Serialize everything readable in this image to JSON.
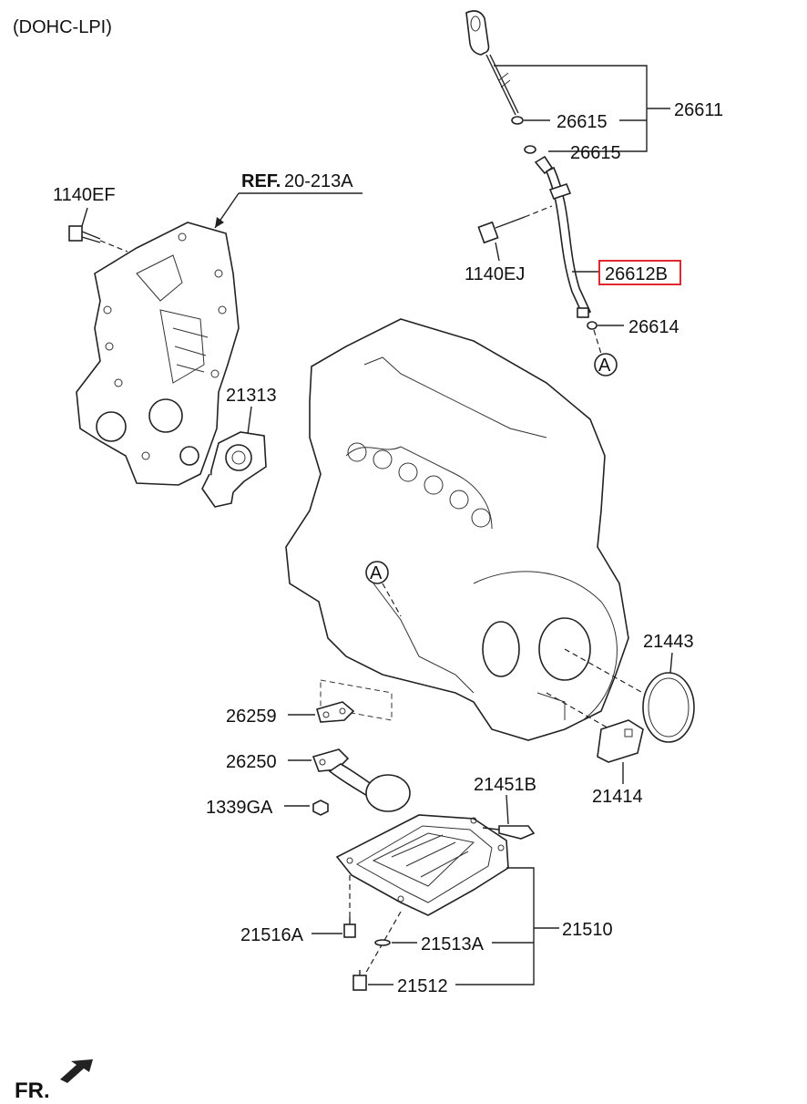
{
  "header": {
    "variant": "(DOHC-LPI)"
  },
  "reference": {
    "bold": "REF.",
    "code": "20-213A"
  },
  "footer": {
    "front_label": "FR."
  },
  "highlight_color": "#e0282e",
  "parts": {
    "p26611": "26611",
    "p26615a": "26615",
    "p26615b": "26615",
    "p1140EF": "1140EF",
    "p1140EJ": "1140EJ",
    "p26612B": "26612B",
    "p26614": "26614",
    "p21313": "21313",
    "p21443": "21443",
    "p26259": "26259",
    "p26250": "26250",
    "p21414": "21414",
    "p1339GA": "1339GA",
    "p21451B": "21451B",
    "p21510": "21510",
    "p21516A": "21516A",
    "p21513A": "21513A",
    "p21512": "21512"
  },
  "callouts": {
    "a_top": "A",
    "a_engine": "A"
  }
}
